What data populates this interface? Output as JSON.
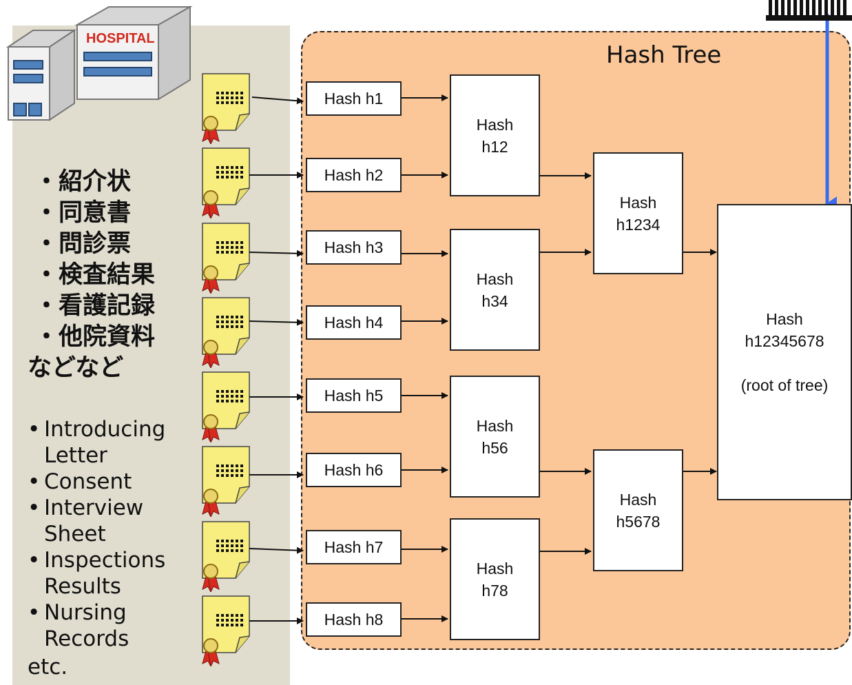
{
  "hospital": {
    "label": "HOSPITAL"
  },
  "tree": {
    "title": "Hash Tree",
    "leaves": [
      "Hash h1",
      "Hash h2",
      "Hash h3",
      "Hash h4",
      "Hash h5",
      "Hash h6",
      "Hash h7",
      "Hash h8"
    ],
    "level2": [
      [
        "Hash",
        "h12"
      ],
      [
        "Hash",
        "h34"
      ],
      [
        "Hash",
        "h56"
      ],
      [
        "Hash",
        "h78"
      ]
    ],
    "level3": [
      [
        "Hash",
        "h1234"
      ],
      [
        "Hash",
        "h5678"
      ]
    ],
    "root": {
      "line1": "Hash",
      "line2": "h12345678",
      "line3": "(root of  tree)"
    }
  },
  "documents_jp": [
    "・紹介状",
    "・同意書",
    "・問診票",
    "・検査結果",
    "・看護記録",
    "・他院資料"
  ],
  "documents_jp_etc": "などなど",
  "documents_en": [
    [
      "Introducing",
      "Letter"
    ],
    [
      "Consent"
    ],
    [
      "Interview",
      "Sheet"
    ],
    [
      "Inspections",
      "Results"
    ],
    [
      "Nursing",
      "Records"
    ]
  ],
  "documents_en_etc": "etc.",
  "colors": {
    "panel": "#e0ddcf",
    "tree_bg": "#fbc799",
    "doc": "#f7ee7f",
    "ribbon": "#d72b20",
    "root_arrow": "#3b6cf0"
  }
}
